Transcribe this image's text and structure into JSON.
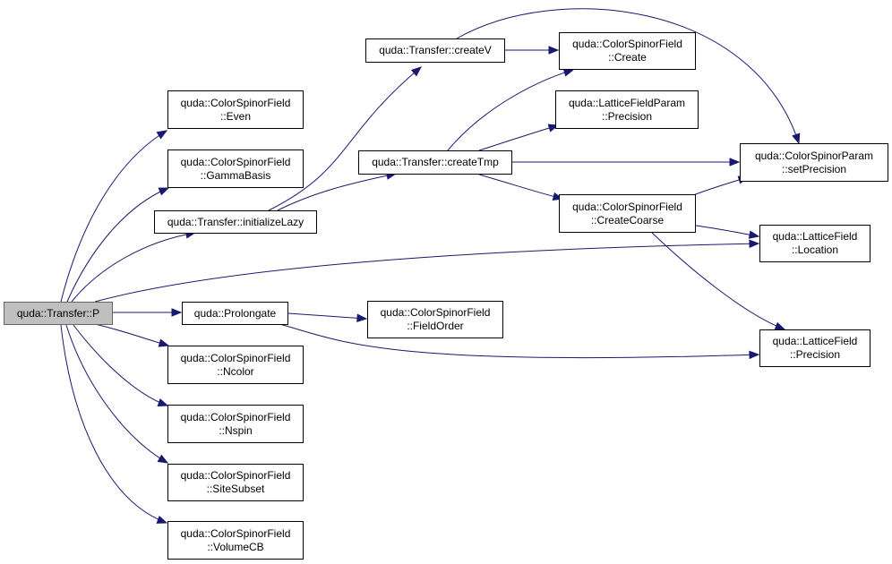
{
  "colors": {
    "edge": "#191970",
    "root_fill": "#bfbfbf",
    "node_border": "#000000"
  },
  "nodes": {
    "transfer_p": {
      "line1": "quda::Transfer::P",
      "line2": ""
    },
    "csf_even": {
      "line1": "quda::ColorSpinorField",
      "line2": "::Even"
    },
    "csf_gammabasis": {
      "line1": "quda::ColorSpinorField",
      "line2": "::GammaBasis"
    },
    "transfer_initlazy": {
      "line1": "quda::Transfer::initializeLazy",
      "line2": ""
    },
    "transfer_createv": {
      "line1": "quda::Transfer::createV",
      "line2": ""
    },
    "csf_create": {
      "line1": "quda::ColorSpinorField",
      "line2": "::Create"
    },
    "lfp_precision": {
      "line1": "quda::LatticeFieldParam",
      "line2": "::Precision"
    },
    "transfer_createtmp": {
      "line1": "quda::Transfer::createTmp",
      "line2": ""
    },
    "csp_setprecision": {
      "line1": "quda::ColorSpinorParam",
      "line2": "::setPrecision"
    },
    "csf_createcoarse": {
      "line1": "quda::ColorSpinorField",
      "line2": "::CreateCoarse"
    },
    "lf_location": {
      "line1": "quda::LatticeField",
      "line2": "::Location"
    },
    "prolongate": {
      "line1": "quda::Prolongate",
      "line2": ""
    },
    "csf_fieldorder": {
      "line1": "quda::ColorSpinorField",
      "line2": "::FieldOrder"
    },
    "lf_precision": {
      "line1": "quda::LatticeField",
      "line2": "::Precision"
    },
    "csf_ncolor": {
      "line1": "quda::ColorSpinorField",
      "line2": "::Ncolor"
    },
    "csf_nspin": {
      "line1": "quda::ColorSpinorField",
      "line2": "::Nspin"
    },
    "csf_sitesubset": {
      "line1": "quda::ColorSpinorField",
      "line2": "::SiteSubset"
    },
    "csf_volumecb": {
      "line1": "quda::ColorSpinorField",
      "line2": "::VolumeCB"
    }
  },
  "edges": [
    [
      "transfer_p",
      "csf_even"
    ],
    [
      "transfer_p",
      "csf_gammabasis"
    ],
    [
      "transfer_p",
      "transfer_initlazy"
    ],
    [
      "transfer_p",
      "lf_location"
    ],
    [
      "transfer_p",
      "prolongate"
    ],
    [
      "transfer_p",
      "csf_ncolor"
    ],
    [
      "transfer_p",
      "csf_nspin"
    ],
    [
      "transfer_p",
      "csf_sitesubset"
    ],
    [
      "transfer_p",
      "csf_volumecb"
    ],
    [
      "transfer_initlazy",
      "transfer_createv"
    ],
    [
      "transfer_initlazy",
      "transfer_createtmp"
    ],
    [
      "transfer_createv",
      "csf_create"
    ],
    [
      "transfer_createv",
      "csp_setprecision"
    ],
    [
      "transfer_createtmp",
      "csf_create"
    ],
    [
      "transfer_createtmp",
      "lfp_precision"
    ],
    [
      "transfer_createtmp",
      "csp_setprecision"
    ],
    [
      "transfer_createtmp",
      "csf_createcoarse"
    ],
    [
      "csf_createcoarse",
      "csp_setprecision"
    ],
    [
      "csf_createcoarse",
      "lf_location"
    ],
    [
      "csf_createcoarse",
      "lf_precision"
    ],
    [
      "prolongate",
      "csf_fieldorder"
    ],
    [
      "prolongate",
      "lf_precision"
    ]
  ]
}
